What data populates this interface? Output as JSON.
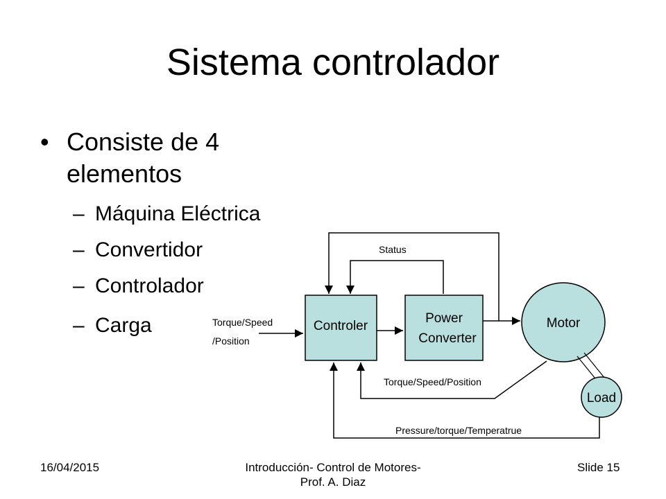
{
  "slide": {
    "title": "Sistema controlador",
    "bullet": {
      "symbol": "•",
      "text": "Consiste de 4 elementos"
    },
    "sub_bullets": [
      {
        "dash": "–",
        "text": "Máquina Eléctrica"
      },
      {
        "dash": "–",
        "text": "Convertidor"
      },
      {
        "dash": "–",
        "text": "Controlador"
      },
      {
        "dash": "–",
        "text": "Carga"
      }
    ]
  },
  "diagram": {
    "colors": {
      "box_fill": "#b9dfdf",
      "line": "#000000"
    },
    "blocks": {
      "controler": "Controler",
      "power_converter_line1": "Power",
      "power_converter_line2": "Converter",
      "motor": "Motor",
      "load": "Load"
    },
    "labels": {
      "status": "Status",
      "input_line1": "Torque/Speed",
      "input_line2": "/Position",
      "feedback_speed": "Torque/Speed/Position",
      "feedback_load": "Pressure/torque/Temperatrue"
    }
  },
  "footer": {
    "date": "16/04/2015",
    "center_line1": "Introducción- Control de Motores-",
    "center_line2": "Prof. A. Diaz",
    "slide_number": "Slide 15"
  }
}
